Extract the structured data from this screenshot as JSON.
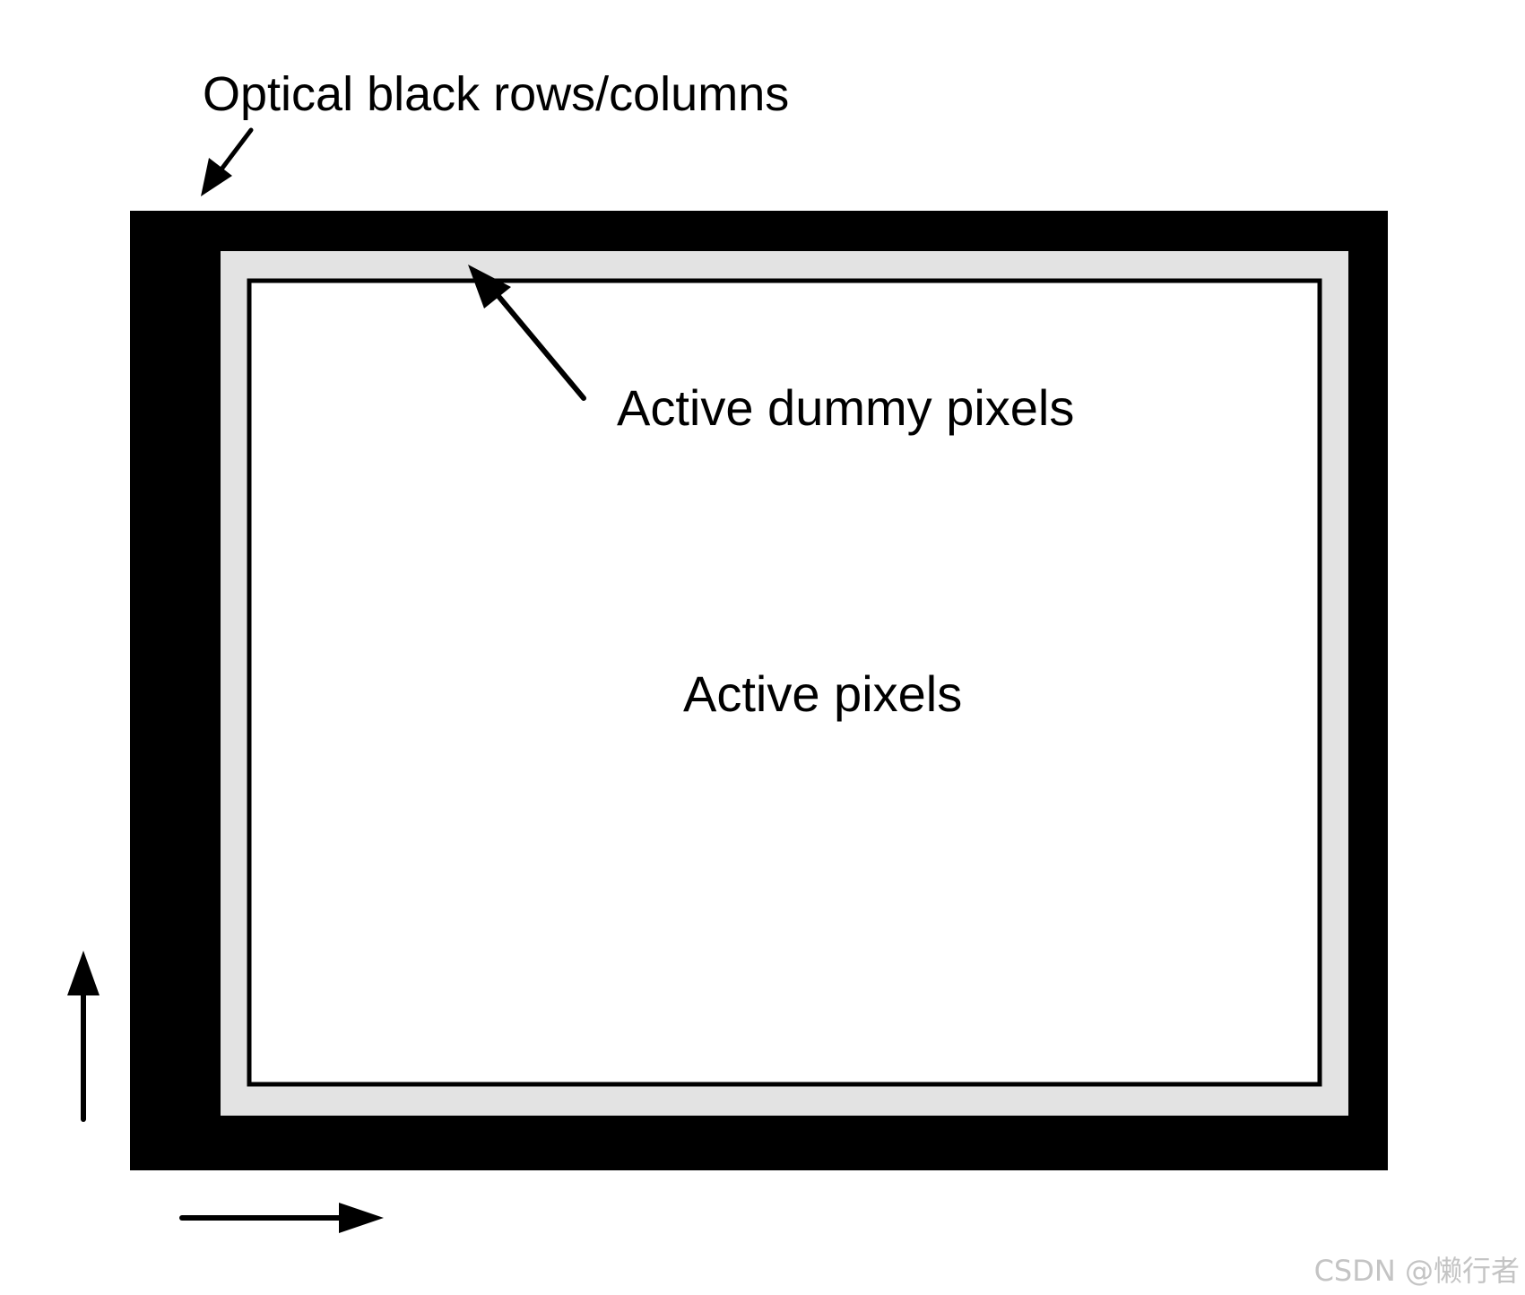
{
  "labels": {
    "optical_black": "Optical black rows/columns",
    "active_dummy": "Active dummy pixels",
    "active_pixels": "Active pixels"
  },
  "watermark": "CSDN @懒行者",
  "colors": {
    "optical_black_region": "#000000",
    "dummy_region": "#e3e3e3",
    "active_region": "#ffffff",
    "text": "#000000",
    "watermark": "#c4c4c4"
  },
  "icons": {
    "readout_vertical_arrow": "arrow-up-icon",
    "readout_horizontal_arrow": "arrow-right-icon"
  }
}
